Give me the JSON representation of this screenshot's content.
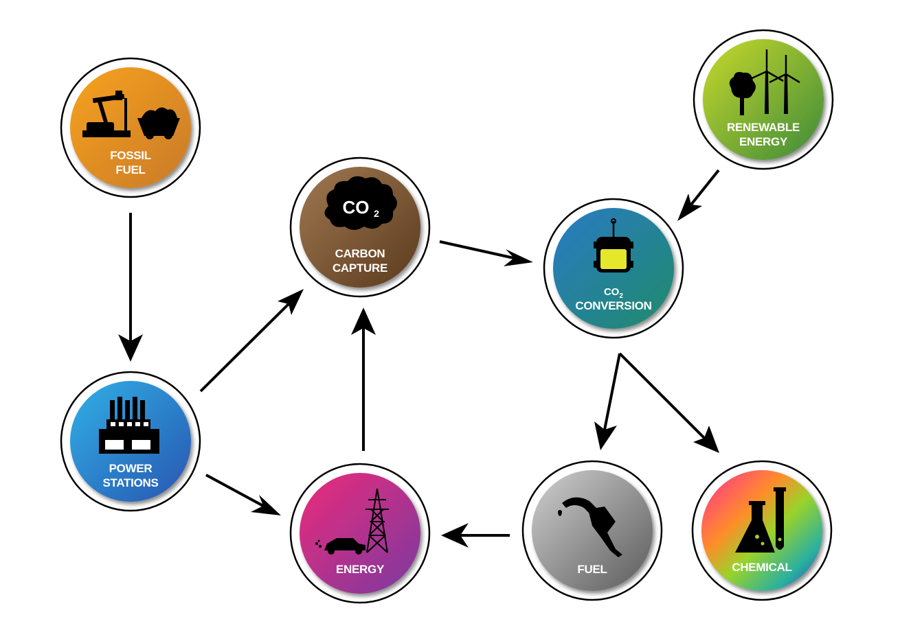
{
  "nodes": [
    {
      "id": "fossil-fuel",
      "lines": [
        "FOSSIL",
        "FUEL"
      ],
      "icon": "oil-pump-coal-cart-icon",
      "colors": [
        "#f7a21d",
        "#c97a2a"
      ]
    },
    {
      "id": "power-stations",
      "lines": [
        "POWER",
        "STATIONS"
      ],
      "icon": "factory-icon",
      "colors": [
        "#2fb0e6",
        "#2a55b0"
      ]
    },
    {
      "id": "carbon-capture",
      "lines": [
        "CARBON",
        "CAPTURE"
      ],
      "icon": "co2-cloud-icon",
      "icon_text": "CO",
      "icon_sub": "2",
      "colors": [
        "#a07850",
        "#5a3a1e"
      ]
    },
    {
      "id": "co2-conversion",
      "lines": [
        "CO",
        "CONVERSION"
      ],
      "line1_sub": "2",
      "icon": "reactor-vessel-icon",
      "colors": [
        "#2a7bc4",
        "#1f8a6a"
      ]
    },
    {
      "id": "renewable-energy",
      "lines": [
        "RENEWABLE",
        "ENERGY"
      ],
      "icon": "tree-wind-turbine-icon",
      "colors": [
        "#c8d92a",
        "#3d8a3a"
      ]
    },
    {
      "id": "energy",
      "lines": [
        "ENERGY"
      ],
      "icon": "car-pylon-icon",
      "colors": [
        "#ec2a7a",
        "#7a3aa0"
      ]
    },
    {
      "id": "fuel",
      "lines": [
        "FUEL"
      ],
      "icon": "fuel-nozzle-icon",
      "colors": [
        "#d0d0d0",
        "#5a5a5a"
      ]
    },
    {
      "id": "chemical",
      "lines": [
        "CHEMICAL"
      ],
      "icon": "flask-test-tube-icon",
      "colors": [
        "#ff3a8a",
        "#3a3ab0"
      ]
    }
  ],
  "edges": [
    {
      "from": "fossil-fuel",
      "to": "power-stations"
    },
    {
      "from": "power-stations",
      "to": "carbon-capture"
    },
    {
      "from": "power-stations",
      "to": "energy"
    },
    {
      "from": "energy",
      "to": "carbon-capture"
    },
    {
      "from": "carbon-capture",
      "to": "co2-conversion"
    },
    {
      "from": "renewable-energy",
      "to": "co2-conversion"
    },
    {
      "from": "co2-conversion",
      "to": "fuel"
    },
    {
      "from": "co2-conversion",
      "to": "chemical"
    },
    {
      "from": "fuel",
      "to": "energy"
    }
  ]
}
